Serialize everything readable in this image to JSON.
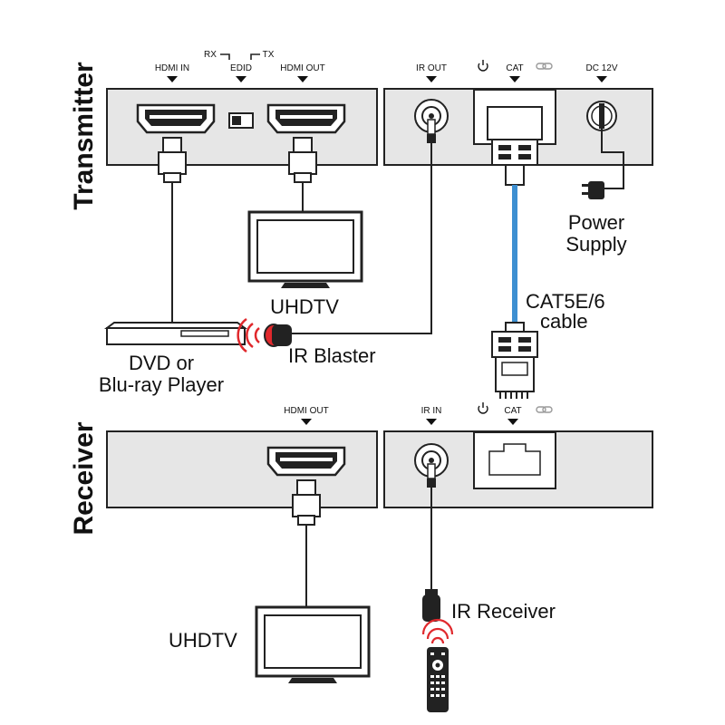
{
  "transmitter": {
    "title": "Transmitter",
    "hdmi_in": "HDMI IN",
    "edid": "EDID",
    "rx": "RX",
    "tx": "TX",
    "hdmi_out": "HDMI OUT",
    "ir_out": "IR OUT",
    "cat": "CAT",
    "dc": "DC 12V"
  },
  "receiver": {
    "title": "Receiver",
    "hdmi_out": "HDMI OUT",
    "ir_in": "IR IN",
    "cat": "CAT"
  },
  "devices": {
    "uhdtv_top": "UHDTV",
    "uhdtv_bottom": "UHDTV",
    "dvd_line1": "DVD or",
    "dvd_line2": "Blu-ray Player",
    "ir_blaster": "IR Blaster",
    "power_line1": "Power",
    "power_line2": "Supply",
    "cable_line1": "CAT5E/6",
    "cable_line2": "cable",
    "ir_receiver": "IR Receiver"
  },
  "colors": {
    "cat_cable": "#3d8fd1",
    "ir_waves": "#e0282c",
    "panel": "#e6e6e6"
  }
}
